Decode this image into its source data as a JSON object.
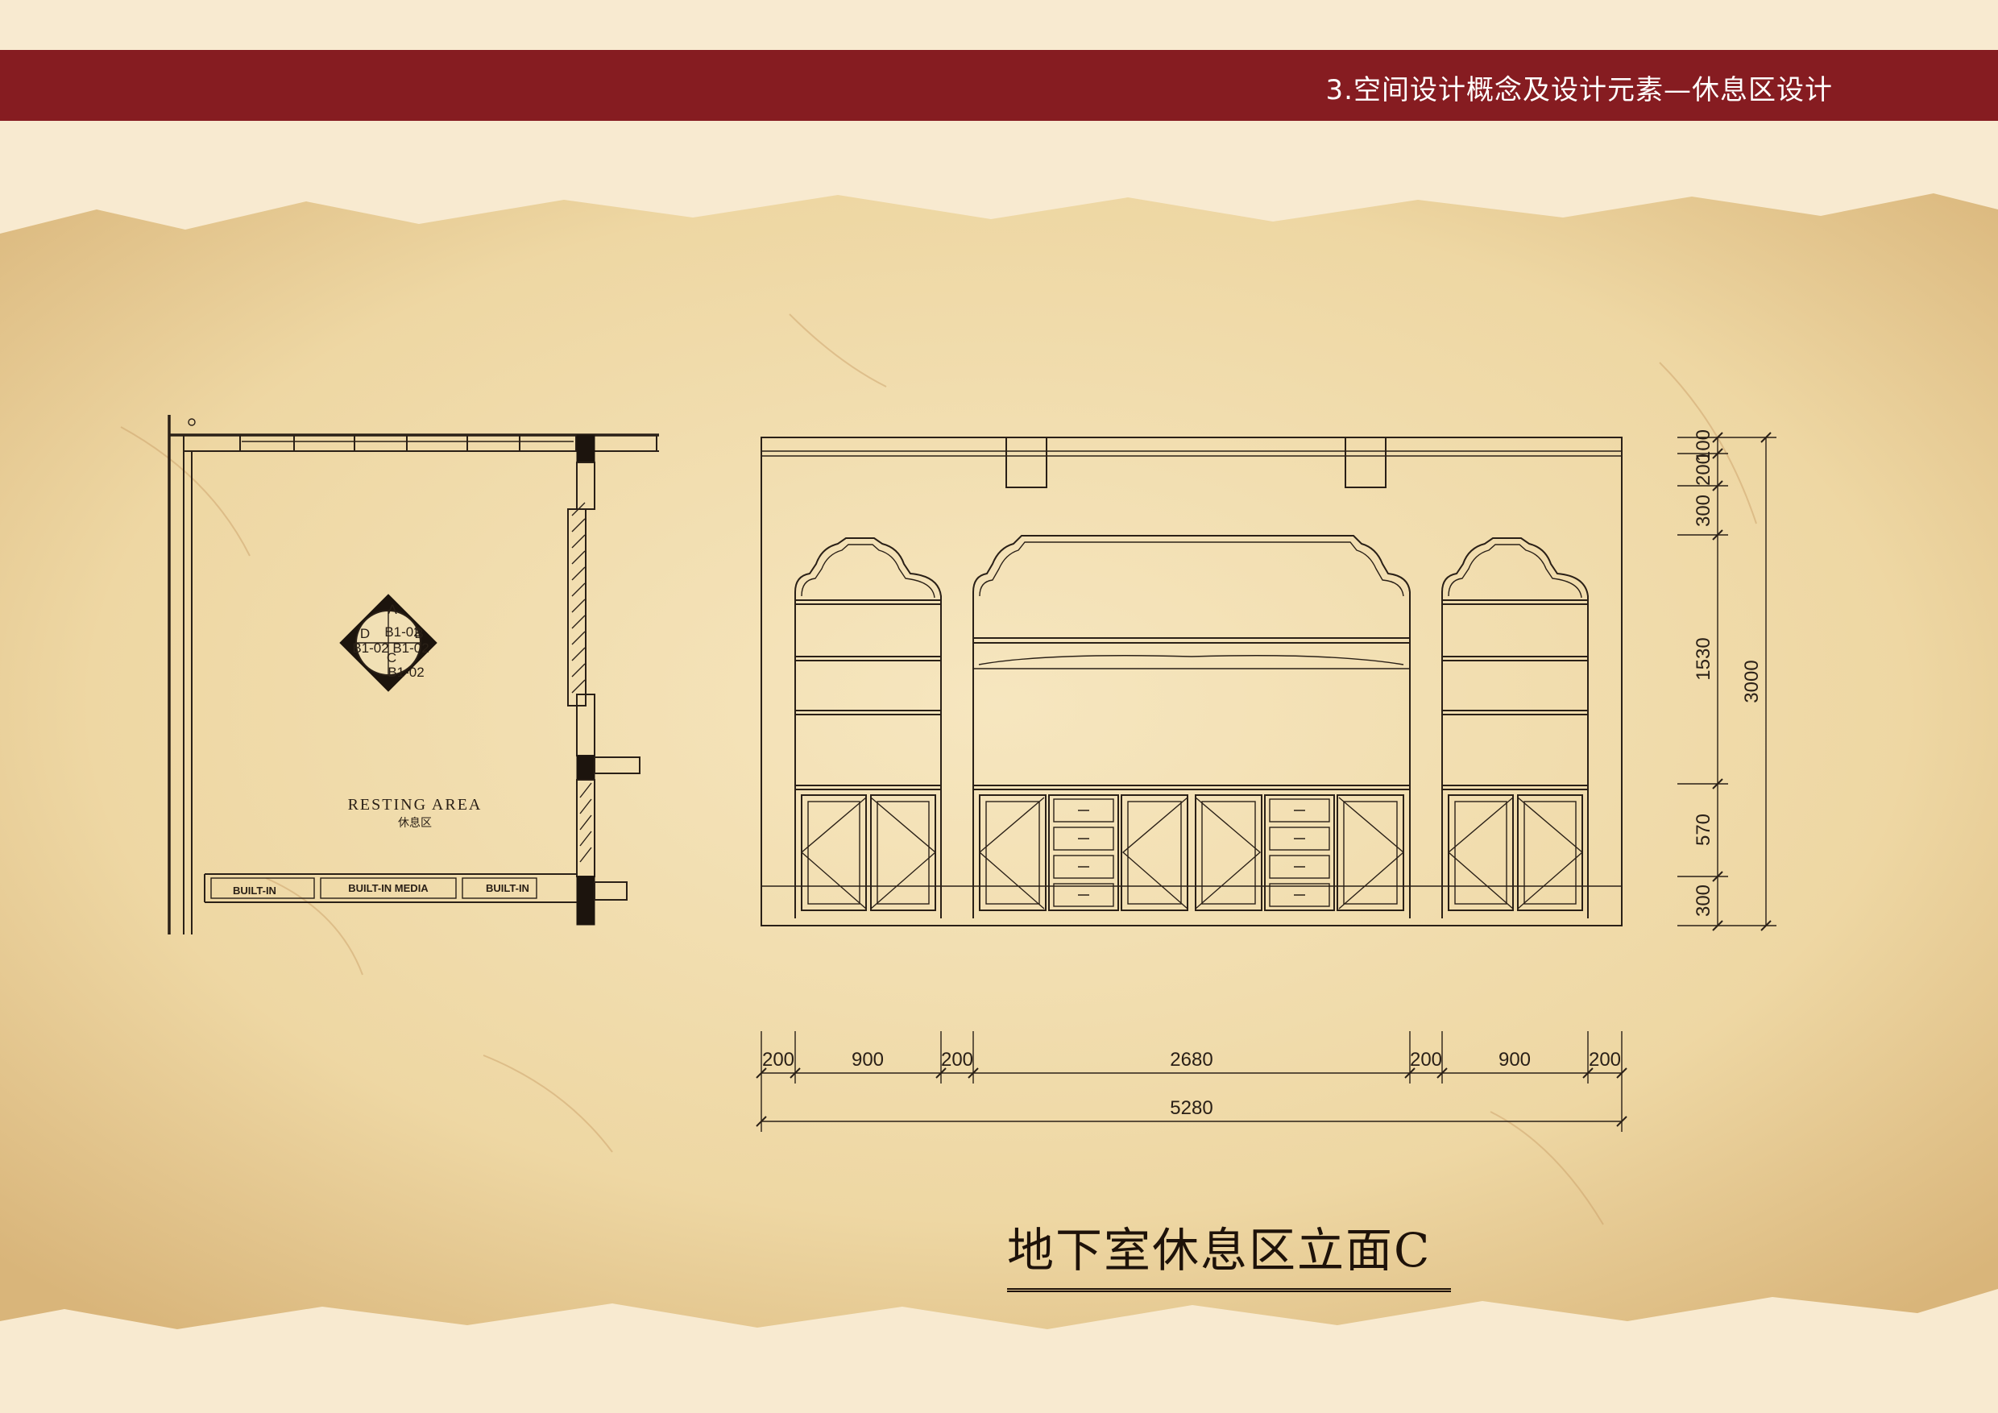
{
  "header": {
    "title": "3.空间设计概念及设计元素—休息区设计"
  },
  "plan": {
    "room_label": "RESTING AREA",
    "room_label_cn": "休息区",
    "elevation_marker": {
      "tags": [
        "A",
        "B",
        "C",
        "D"
      ],
      "sheet_refs": [
        "B1-02",
        "B1-02",
        "B1-02",
        "B1-02"
      ]
    },
    "built_ins": [
      "BUILT-IN",
      "BUILT-IN MEDIA",
      "BUILT-IN"
    ]
  },
  "elevation": {
    "horizontal_dims": [
      "200",
      "900",
      "200",
      "2680",
      "200",
      "900",
      "200"
    ],
    "total_width": "5280",
    "vertical_dims": [
      "100",
      "200",
      "300",
      "1530",
      "570",
      "300"
    ],
    "total_height": "3000"
  },
  "drawing_title": "地下室休息区立面C",
  "colors": {
    "header_band": "#861c21",
    "parchment": "#f0dba8",
    "ink": "#2a2017"
  }
}
